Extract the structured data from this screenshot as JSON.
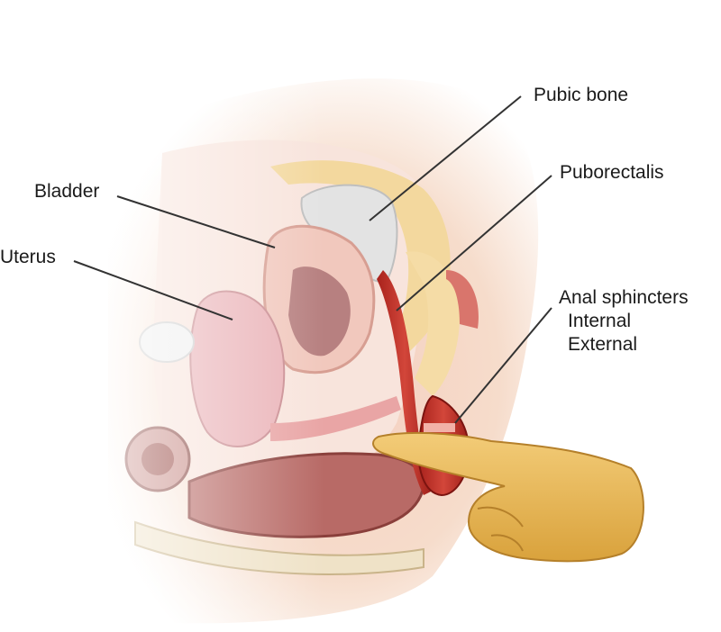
{
  "labels": {
    "pubic_bone": "Pubic bone",
    "puborectalis": "Puborectalis",
    "bladder": "Bladder",
    "uterus": "Uterus",
    "anal_sphincters": "Anal sphincters",
    "internal": "Internal",
    "external": "External"
  },
  "colors": {
    "skin": "#f6dcc4",
    "fat": "#f3d89e",
    "bone": "#e6e6e6",
    "muscle": "#c6362d",
    "bowel": "#c98f8a",
    "finger": "#e8b95a",
    "leader": "#333333"
  }
}
